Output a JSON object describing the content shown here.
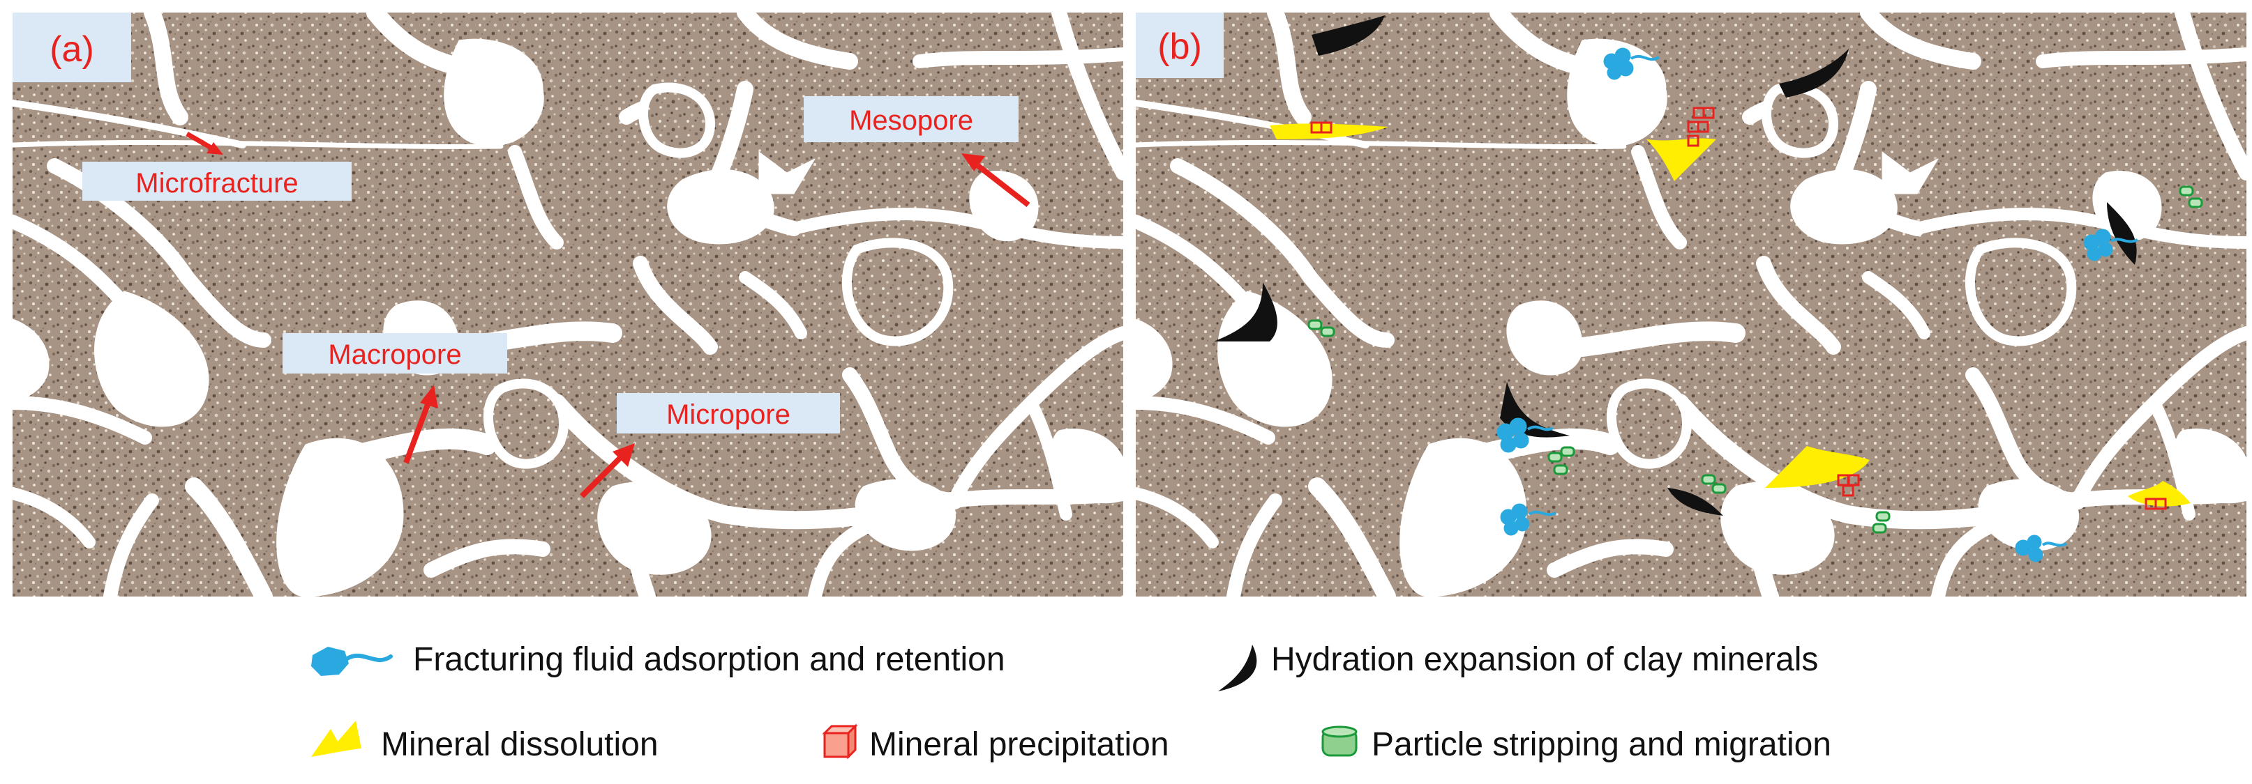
{
  "panels": [
    {
      "id": "a",
      "tag": "(a)",
      "labels": {
        "microfracture": "Microfracture",
        "mesopore": "Mesopore",
        "macropore": "Macropore",
        "micropore": "Micropore"
      }
    },
    {
      "id": "b",
      "tag": "(b)"
    }
  ],
  "legend": {
    "fluid": "Fracturing fluid adsorption and retention",
    "hydration": "Hydration expansion of clay minerals",
    "dissolution": "Mineral dissolution",
    "precipitation": "Mineral precipitation",
    "stripping": "Particle stripping and migration"
  },
  "colors": {
    "rock": "#a89484",
    "pore": "#ffffff",
    "label_bg": "#dbe8f5",
    "label_text": "#e8231f",
    "arrow": "#e8231f",
    "fluid": "#29a9e0",
    "hydration": "#111111",
    "dissolution": "#ffee00",
    "precipitation": "#e8231f",
    "stripping": "#1a9a3a"
  }
}
